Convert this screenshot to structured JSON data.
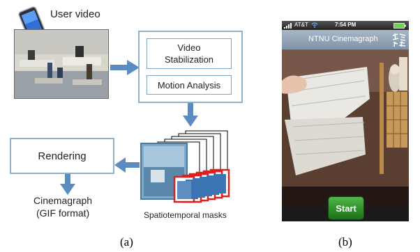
{
  "panel_a": {
    "user_video_label": "User video",
    "stabilization_label": "Video Stabilization",
    "motion_label": "Motion Analysis",
    "rendering_label": "Rendering",
    "cinemagraph_label": "Cinemagraph",
    "gif_label": "(GIF format)",
    "masks_label": "Spatiotemporal masks",
    "caption": "(a)"
  },
  "panel_b": {
    "carrier": "AT&T",
    "time": "7:54 PM",
    "app_title": "NTNU Cinemagraph",
    "start_label": "Start",
    "caption": "(b)"
  },
  "colors": {
    "arrow": "#5b8bbf",
    "box_border": "#8eb0cc",
    "mask_red": "#e0201c",
    "start_green": "#2f8f2a"
  }
}
